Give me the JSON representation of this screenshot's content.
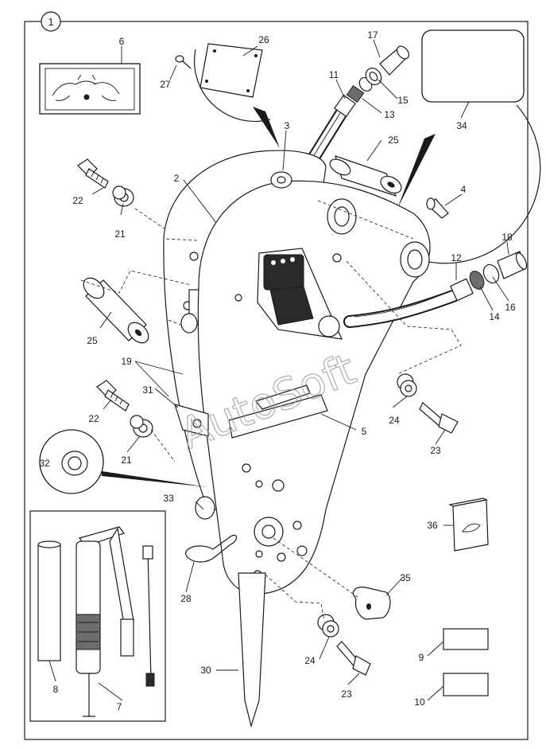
{
  "figure": {
    "figure_number": "1",
    "watermark": "AutoSoft"
  },
  "callouts": [
    {
      "id": "c1",
      "text": "2"
    },
    {
      "id": "c2",
      "text": "3"
    },
    {
      "id": "c3",
      "text": "4"
    },
    {
      "id": "c4",
      "text": "5"
    },
    {
      "id": "c5",
      "text": "6"
    },
    {
      "id": "c6",
      "text": "7"
    },
    {
      "id": "c7",
      "text": "8"
    },
    {
      "id": "c8",
      "text": "9"
    },
    {
      "id": "c9",
      "text": "10"
    },
    {
      "id": "c10",
      "text": "11"
    },
    {
      "id": "c11",
      "text": "12"
    },
    {
      "id": "c12",
      "text": "13"
    },
    {
      "id": "c13",
      "text": "14"
    },
    {
      "id": "c14",
      "text": "15"
    },
    {
      "id": "c15",
      "text": "16"
    },
    {
      "id": "c16",
      "text": "17"
    },
    {
      "id": "c17",
      "text": "18"
    },
    {
      "id": "c18",
      "text": "19"
    },
    {
      "id": "c19",
      "text": "21"
    },
    {
      "id": "c20",
      "text": "21"
    },
    {
      "id": "c21",
      "text": "22"
    },
    {
      "id": "c22",
      "text": "22"
    },
    {
      "id": "c23",
      "text": "23"
    },
    {
      "id": "c24",
      "text": "23"
    },
    {
      "id": "c25",
      "text": "24"
    },
    {
      "id": "c26",
      "text": "24"
    },
    {
      "id": "c27",
      "text": "25"
    },
    {
      "id": "c28",
      "text": "25"
    },
    {
      "id": "c29",
      "text": "26"
    },
    {
      "id": "c30",
      "text": "27"
    },
    {
      "id": "c31",
      "text": "28"
    },
    {
      "id": "c32",
      "text": "30"
    },
    {
      "id": "c33",
      "text": "31"
    },
    {
      "id": "c34",
      "text": "32"
    },
    {
      "id": "c35",
      "text": "33"
    },
    {
      "id": "c36",
      "text": "34"
    },
    {
      "id": "c37",
      "text": "35"
    },
    {
      "id": "c38",
      "text": "36"
    }
  ]
}
